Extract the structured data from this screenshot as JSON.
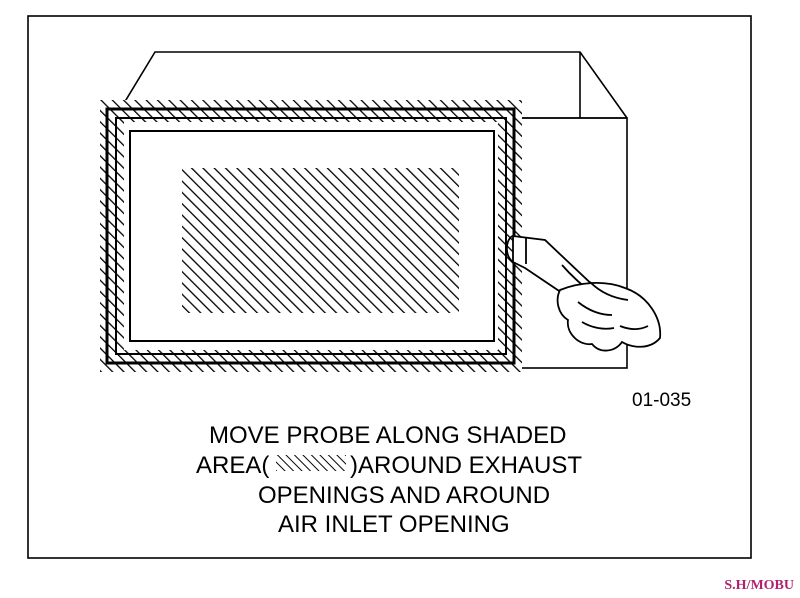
{
  "diagram": {
    "figure_code": "01-035",
    "caption": {
      "line1": "MOVE PROBE ALONG SHADED",
      "line2_prefix": "AREA(",
      "line2_suffix": ")AROUND EXHAUST",
      "line3": "OPENINGS AND AROUND",
      "line4": "AIR INLET OPENING"
    }
  },
  "watermark": "S.H/MOBU",
  "colors": {
    "ink": "#000000",
    "paper": "#ffffff",
    "watermark": "#b0216e"
  }
}
